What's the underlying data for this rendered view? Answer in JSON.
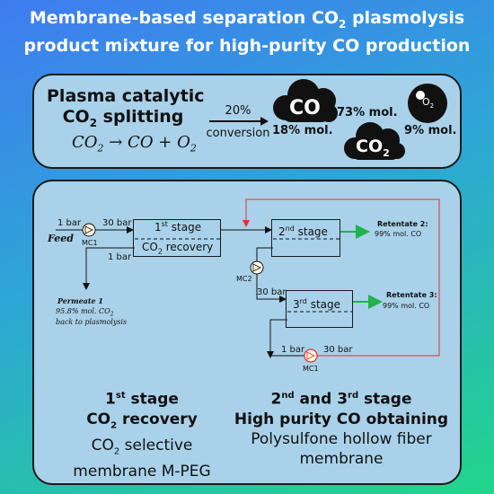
{
  "title": {
    "line1": "Membrane-based separation CO",
    "line1_sub": "2",
    "line1_end": " plasmolysis",
    "line2": "product mixture for high-purity CO production"
  },
  "top_panel": {
    "heading1": "Plasma catalytic",
    "heading2_a": "CO",
    "heading2_sub": "2",
    "heading2_b": " splitting",
    "equation_a": "CO",
    "equation_a_sub": "2",
    "equation_b": " → CO + O",
    "equation_b_sub": "2",
    "arrow_top": "20%",
    "arrow_bottom": "conversion",
    "co_cloud_label": "CO",
    "co_fraction": "18% mol.",
    "co2_fraction": "73% mol.",
    "co2_cloud_label": "CO",
    "co2_cloud_sub": "2",
    "o2_label": "O",
    "o2_sub": "2",
    "o2_fraction": "9% mol."
  },
  "process": {
    "feed_pressure": "1 bar",
    "feed_label": "Feed",
    "mc1_label": "MC1",
    "stage1_out_pressure": "30 bar",
    "stage1_top_a": "1",
    "stage1_top_sup": "st",
    "stage1_top_b": " stage",
    "stage1_bottom_a": "CO",
    "stage1_bottom_sub": "2",
    "stage1_bottom_b": " recovery",
    "permeate1_pressure": "1 bar",
    "permeate1_title": "Permeate 1",
    "permeate1_line1_a": "95.8% mol. CO",
    "permeate1_line1_sub": "2",
    "permeate1_line2": "back to plasmolysis",
    "stage2_a": "2",
    "stage2_sup": "nd",
    "stage2_b": " stage",
    "retentate2_title": "Retentate 2:",
    "retentate2_value": "99% mol. CO",
    "mc2_label": "MC2",
    "mc2_out_pressure": "30 bar",
    "stage3_a": "3",
    "stage3_sup": "rd",
    "stage3_b": " stage",
    "retentate3_title": "Retentate 3:",
    "retentate3_value": "99% mol. CO",
    "recycle_in_pressure": "1 bar",
    "recycle_out_pressure": "30 bar",
    "recycle_mc_label": "MC1"
  },
  "bottom_left": {
    "line1_a": "1",
    "line1_sup": "st",
    "line1_b": " stage",
    "line2_a": "CO",
    "line2_sub": "2",
    "line2_b": " recovery",
    "line3_a": "CO",
    "line3_sub": "2",
    "line3_b": " selective",
    "line4": "membrane M-PEG"
  },
  "bottom_right": {
    "line1_a": "2",
    "line1_sup": "nd",
    "line1_b": " and 3",
    "line1_sup2": "rd",
    "line1_c": " stage",
    "line2": "High purity CO obtaining",
    "line3": "Polysulfone hollow fiber",
    "line4": "membrane"
  },
  "colors": {
    "panel_fill": "#a9d2ea",
    "recycle_line": "#e03030",
    "product_arrow": "#22b14c",
    "compressor_fill": "#fff8e0"
  }
}
